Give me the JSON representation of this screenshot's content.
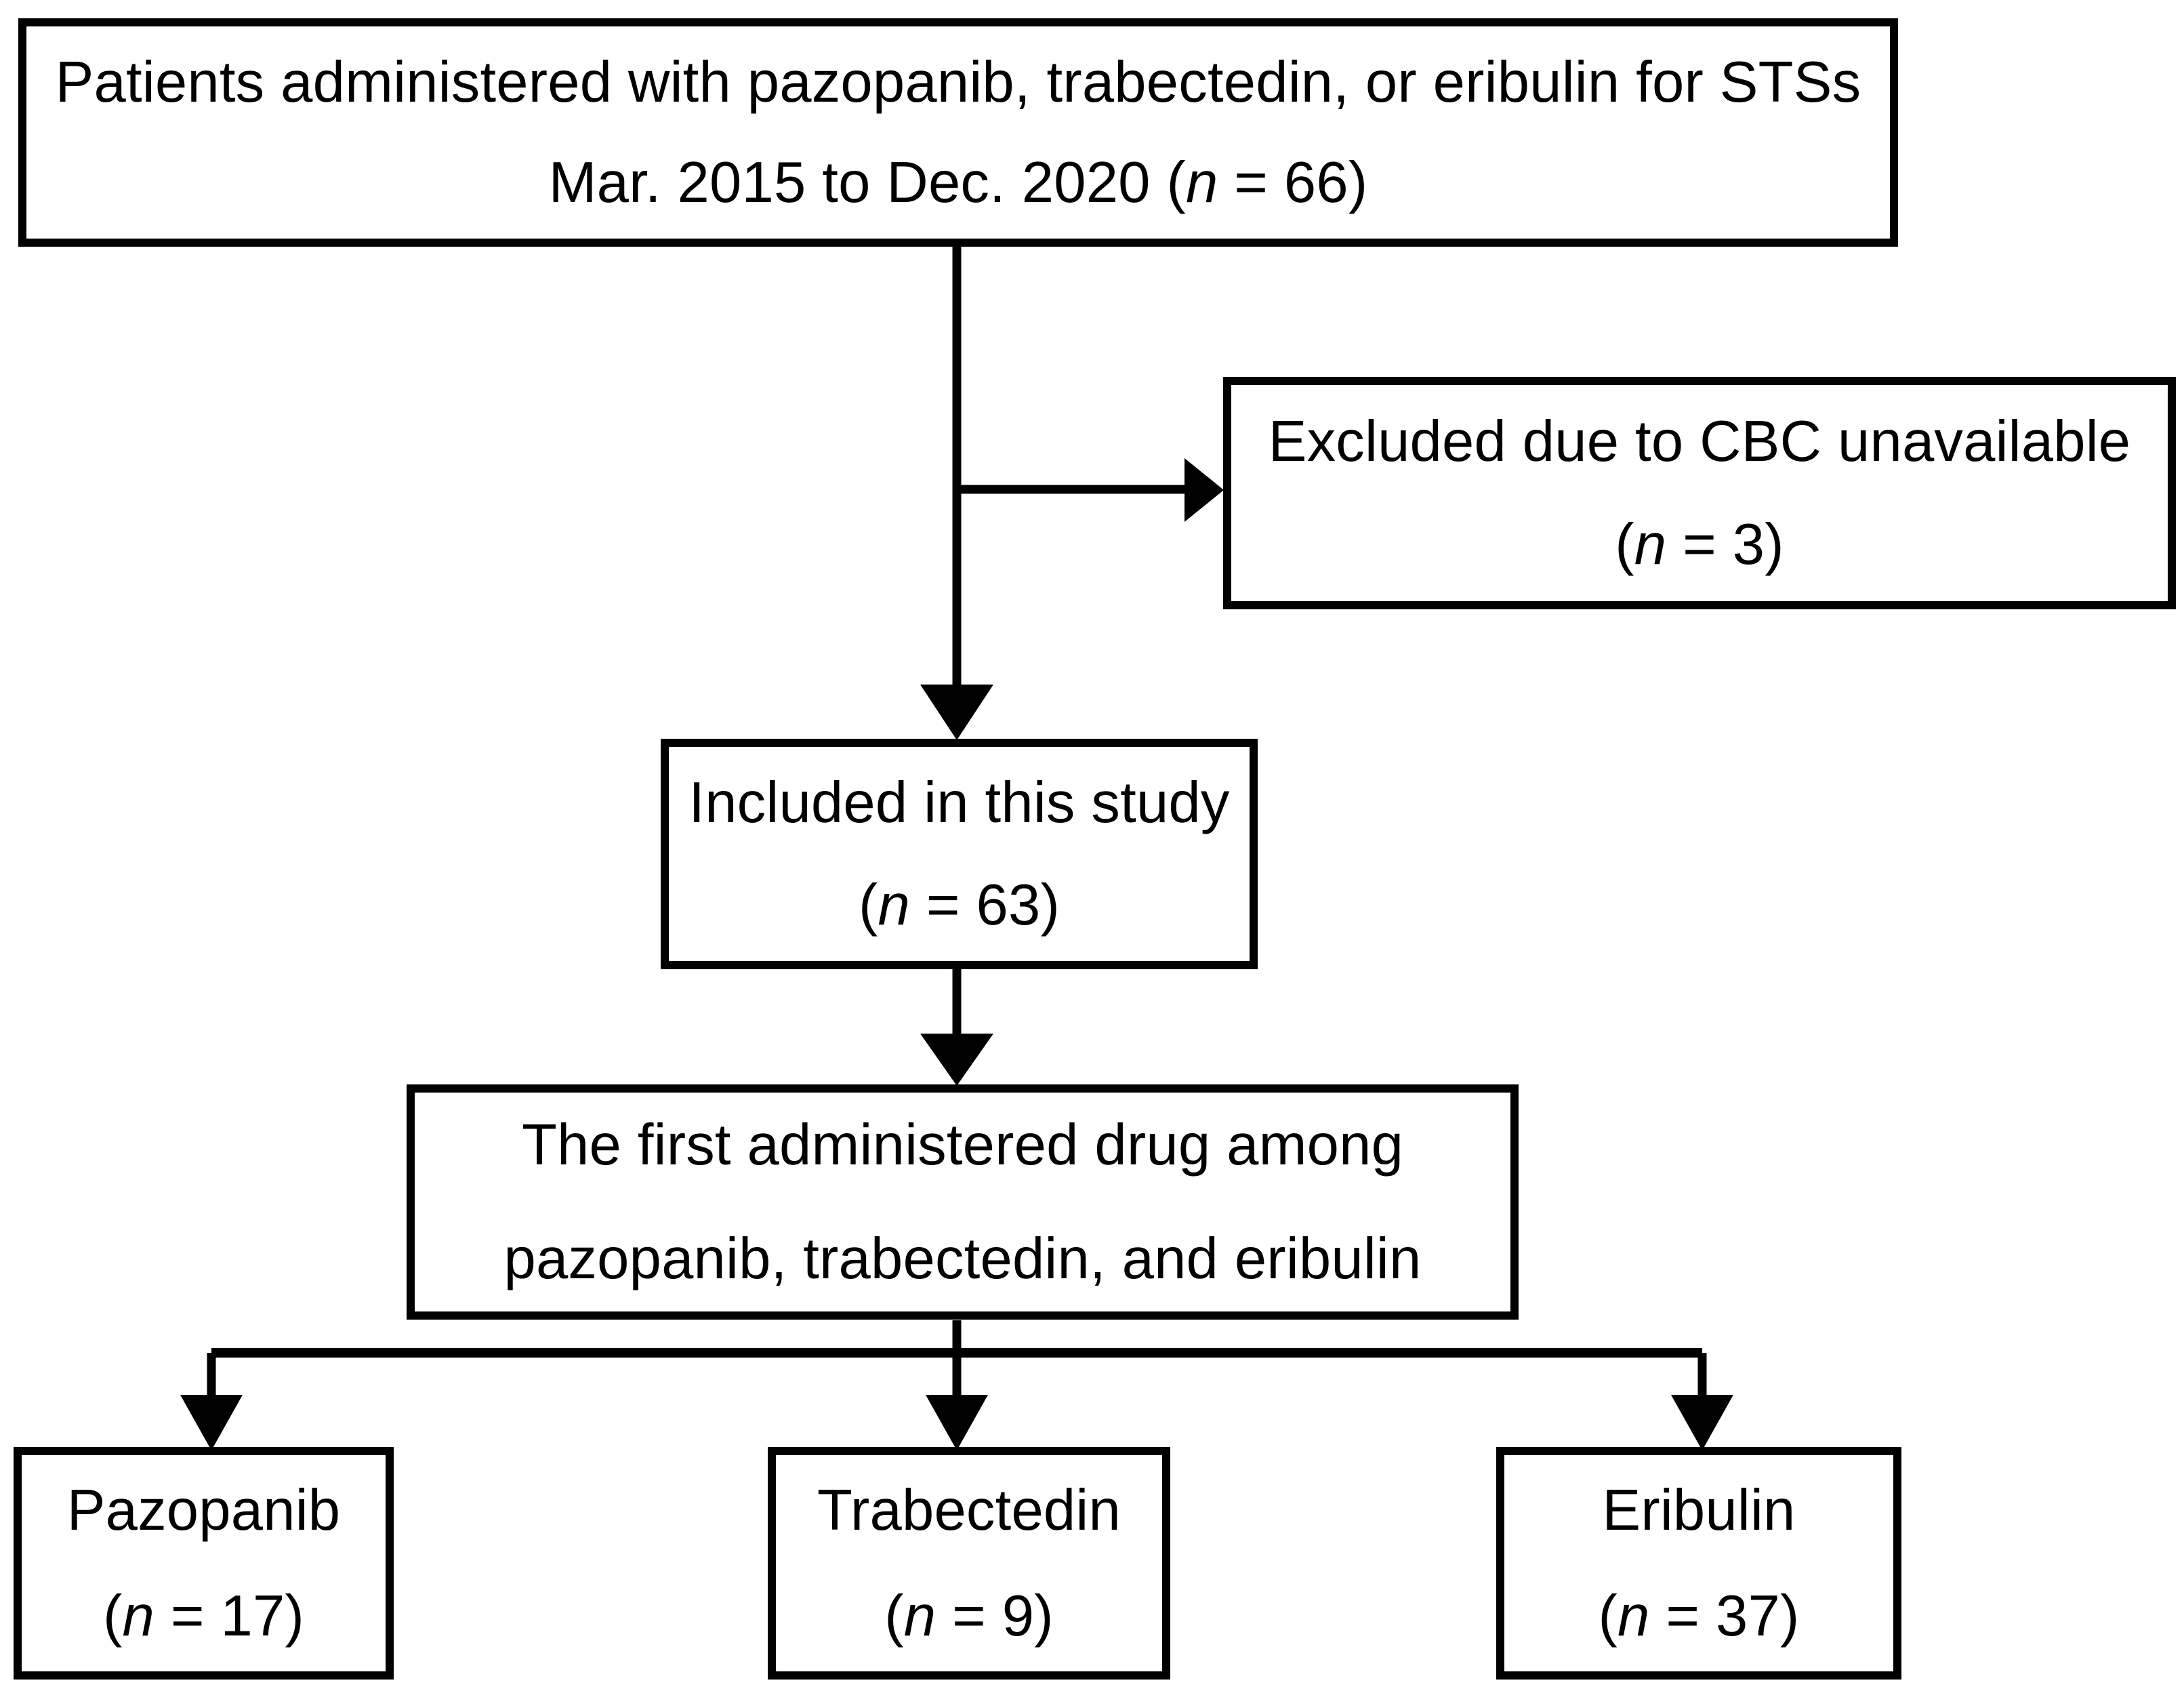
{
  "figure": {
    "type": "flowchart",
    "orientation": "top-down",
    "background_color": "#ffffff",
    "line_color": "#000000",
    "text_color": "#000000"
  },
  "nodes": {
    "source": {
      "id": "source-cohort",
      "line1": "Patients administered with pazopanib, trabectedin, or eribulin for STSs",
      "line2_prefix": "Mar. 2015 to Dec. 2020 (",
      "line2_var": "n",
      "line2_suffix": " = 66)",
      "count": 66
    },
    "excluded": {
      "id": "excluded-cbc",
      "line1": "Excluded due to CBC unavailable",
      "line2_prefix": "(",
      "line2_var": "n",
      "line2_suffix": " = 3)",
      "count": 3
    },
    "included": {
      "id": "included-in-study",
      "line1": "Included in this study",
      "line2_prefix": "(",
      "line2_var": "n",
      "line2_suffix": " = 63)",
      "count": 63
    },
    "first_drug": {
      "id": "first-administered-drug",
      "line1": "The first administered drug among",
      "line2": "pazopanib, trabectedin, and eribulin"
    },
    "pazopanib": {
      "id": "arm-pazopanib",
      "line1": "Pazopanib",
      "line2_prefix": "(",
      "line2_var": "n",
      "line2_suffix": " = 17)",
      "count": 17
    },
    "trabectedin": {
      "id": "arm-trabectedin",
      "line1": "Trabectedin",
      "line2_prefix": "(",
      "line2_var": "n",
      "line2_suffix": " = 9)",
      "count": 9
    },
    "eribulin": {
      "id": "arm-eribulin",
      "line1": "Eribulin",
      "line2_prefix": "(",
      "line2_var": "n",
      "line2_suffix": " = 37)",
      "count": 37
    }
  },
  "edges": [
    {
      "from": "source-cohort",
      "to": "excluded-cbc",
      "direction": "right"
    },
    {
      "from": "source-cohort",
      "to": "included-in-study",
      "direction": "down"
    },
    {
      "from": "included-in-study",
      "to": "first-administered-drug",
      "direction": "down"
    },
    {
      "from": "first-administered-drug",
      "to": "arm-pazopanib",
      "direction": "down-left"
    },
    {
      "from": "first-administered-drug",
      "to": "arm-trabectedin",
      "direction": "down"
    },
    {
      "from": "first-administered-drug",
      "to": "arm-eribulin",
      "direction": "down-right"
    }
  ]
}
